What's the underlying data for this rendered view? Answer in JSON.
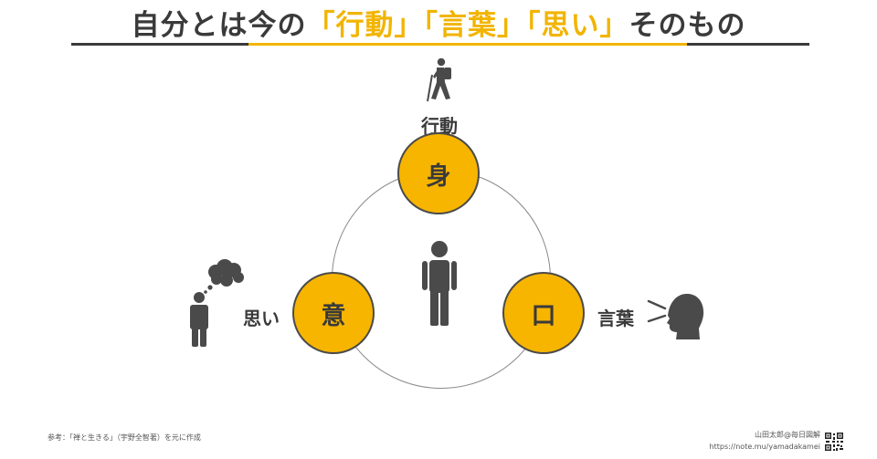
{
  "title": {
    "prefix": "自分とは今の",
    "highlight": "「行動」「言葉」「思い」",
    "suffix": "そのもの"
  },
  "nodes": {
    "top": {
      "glyph": "身",
      "label": "行動"
    },
    "left": {
      "glyph": "意",
      "label": "思い"
    },
    "right": {
      "glyph": "口",
      "label": "言葉"
    }
  },
  "footer": {
    "reference": "参考：「禅と生きる」（宇野全智著）を元に作成",
    "author": "山田太郎@毎日図解",
    "url": "https://note.mu/yamadakamei"
  },
  "colors": {
    "accent": "#f7b500",
    "text": "#3a3a3a",
    "icon": "#4a4a4a"
  },
  "icons": [
    "hiker-icon",
    "person-icon",
    "thinking-person-icon",
    "speaking-head-icon",
    "qr-code-icon"
  ]
}
